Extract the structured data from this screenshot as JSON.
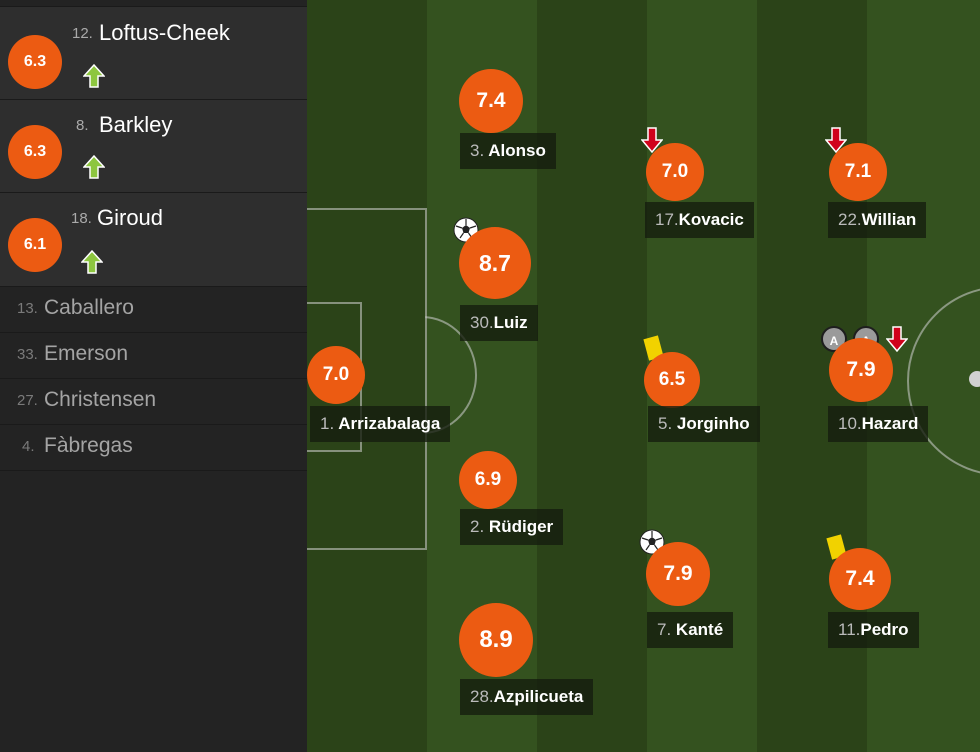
{
  "colors": {
    "rating_bg": "#ec5b12",
    "sub_in_arrow": "#8dc63f",
    "sub_out_arrow": "#d0021b",
    "yellow_card": "#f1d200",
    "pitch": "#2f4a1b"
  },
  "substitutes": [
    {
      "rating": "6.3",
      "number": "12.",
      "name": "Loftus-Cheek",
      "icon": "sub-in-arrow-icon"
    },
    {
      "rating": "6.3",
      "number": "8.",
      "name": "Barkley",
      "icon": "sub-in-arrow-icon"
    },
    {
      "rating": "6.1",
      "number": "18.",
      "name": "Giroud",
      "icon": "sub-in-arrow-icon"
    }
  ],
  "bench": [
    {
      "number": "13.",
      "name": "Caballero"
    },
    {
      "number": "33.",
      "name": "Emerson"
    },
    {
      "number": "27.",
      "name": "Christensen"
    },
    {
      "number": "4.",
      "name": "Fàbregas"
    }
  ],
  "players": [
    {
      "rating": "7.0",
      "number": "1.",
      "name": "Arrizabalaga",
      "events": []
    },
    {
      "rating": "7.4",
      "number": "3.",
      "name": "Alonso",
      "events": []
    },
    {
      "rating": "8.7",
      "number": "30.",
      "name": "Luiz",
      "events": [
        "goal"
      ]
    },
    {
      "rating": "6.9",
      "number": "2.",
      "name": "Rüdiger",
      "events": []
    },
    {
      "rating": "8.9",
      "number": "28.",
      "name": "Azpilicueta",
      "events": []
    },
    {
      "rating": "7.0",
      "number": "17.",
      "name": "Kovacic",
      "events": [
        "subbed-off"
      ]
    },
    {
      "rating": "6.5",
      "number": "5.",
      "name": "Jorginho",
      "events": [
        "yellow-card"
      ]
    },
    {
      "rating": "7.9",
      "number": "7.",
      "name": "Kanté",
      "events": [
        "goal"
      ]
    },
    {
      "rating": "7.1",
      "number": "22.",
      "name": "Willian",
      "events": [
        "subbed-off"
      ]
    },
    {
      "rating": "7.9",
      "number": "10.",
      "name": "Hazard",
      "events": [
        "assist",
        "assist",
        "subbed-off"
      ]
    },
    {
      "rating": "7.4",
      "number": "11.",
      "name": "Pedro",
      "events": [
        "yellow-card"
      ]
    }
  ],
  "assist_label": "A"
}
